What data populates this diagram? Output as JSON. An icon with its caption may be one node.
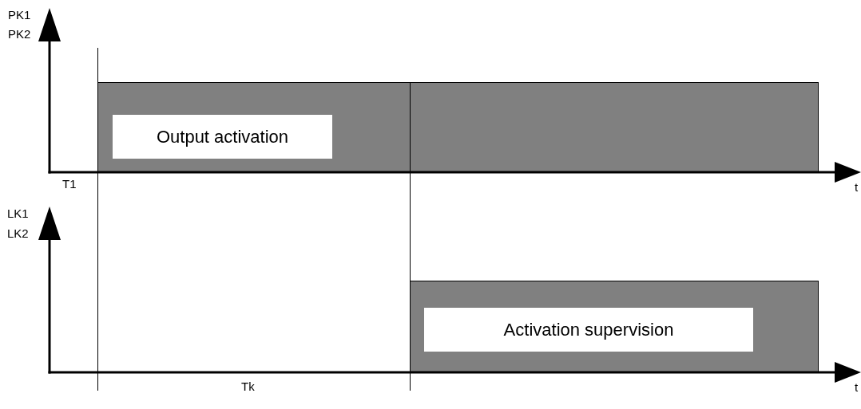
{
  "diagram": {
    "nodes": [
      {
        "text": [],
        "shape": "bar"
      },
      {
        "text": [
          "Output activation"
        ],
        "in": 0
      },
      {
        "text": [],
        "shape": "bar"
      },
      {
        "text": [
          "Activation supervision"
        ],
        "in": 2
      }
    ],
    "labels": [
      "PK1",
      "PK2",
      "T1",
      "t",
      "LK1",
      "LK2",
      "Tk",
      "t"
    ]
  }
}
